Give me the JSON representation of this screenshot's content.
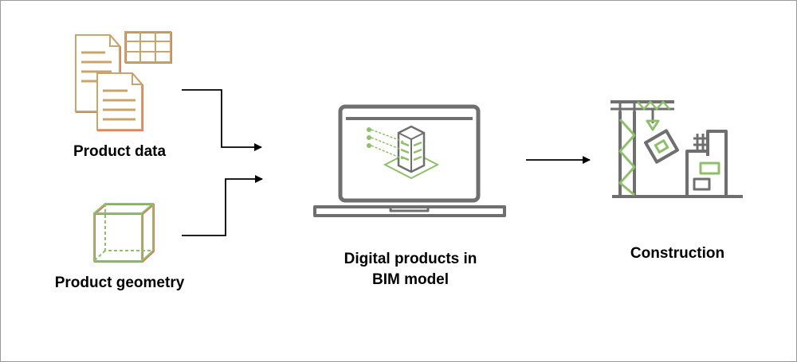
{
  "labels": {
    "product_data": "Product data",
    "product_geometry": "Product geometry",
    "bim_line1": "Digital products in",
    "bim_line2": "BIM model",
    "construction": "Construction"
  },
  "colors": {
    "tan": "#c9a46b",
    "red": "#e07060",
    "green": "#8fbf6a",
    "gray": "#6f6f6f",
    "frame": "#9a9a9a"
  },
  "icons": {
    "documents": "documents-icon",
    "table": "table-icon",
    "box": "box-icon",
    "laptop": "laptop-icon",
    "building": "building-icon",
    "crane": "crane-icon"
  }
}
